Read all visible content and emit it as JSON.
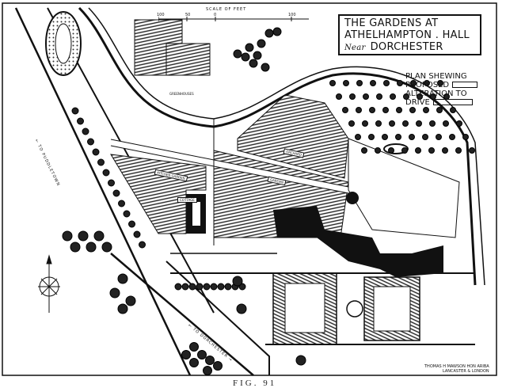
{
  "title": {
    "line1": "THE GARDENS AT",
    "line2": "ATHELHAMPTON . HALL",
    "near": "Near",
    "line3": "DORCHESTER"
  },
  "legend": {
    "line1": "PLAN SHEWING",
    "line2": "PROPOSED",
    "line3": "ALTERATION TO",
    "line4": "DRIVE"
  },
  "scale": {
    "label": "SCALE OF FEET",
    "ticks": [
      "100",
      "50",
      "0",
      "100"
    ]
  },
  "roads": {
    "left": "← TO PUDDLETOWN",
    "bottom": "← TO DORCHESTER →"
  },
  "areas": {
    "kitchen_garden": "KITCHEN GARDEN",
    "orchard": "ORCHARD",
    "garden": "GARDEN",
    "cottage": "COTTAGE",
    "greenhouses": "GREENHOUSES"
  },
  "credit": {
    "line1": "THOMAS H MAWSON HON ARIBA",
    "line2": "LANCASTER & LONDON"
  },
  "caption": "FIG. 91"
}
